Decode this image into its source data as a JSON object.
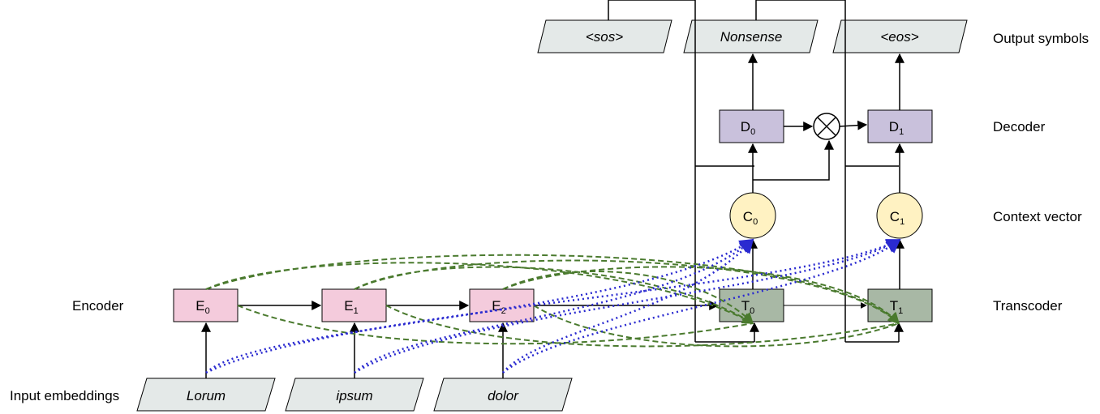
{
  "row_labels": {
    "output_symbols": "Output symbols",
    "decoder": "Decoder",
    "context_vector": "Context vector",
    "transcoder": "Transcoder",
    "encoder": "Encoder",
    "input_embeddings": "Input embeddings"
  },
  "inputs": [
    {
      "text": "Lorum"
    },
    {
      "text": "ipsum"
    },
    {
      "text": "dolor"
    }
  ],
  "outputs": [
    {
      "text": "<sos>"
    },
    {
      "text": "Nonsense"
    },
    {
      "text": "<eos>"
    }
  ],
  "encoders": [
    {
      "letter": "E",
      "index": "0"
    },
    {
      "letter": "E",
      "index": "1"
    },
    {
      "letter": "E",
      "index": "2"
    }
  ],
  "transcoders": [
    {
      "letter": "T",
      "index": "0"
    },
    {
      "letter": "T",
      "index": "1"
    }
  ],
  "contexts": [
    {
      "letter": "C",
      "index": "0"
    },
    {
      "letter": "C",
      "index": "1"
    }
  ],
  "decoders": [
    {
      "letter": "D",
      "index": "0"
    },
    {
      "letter": "D",
      "index": "1"
    }
  ],
  "colors": {
    "encoder_fill": "#f4cbdc",
    "transcoder_fill": "#a8b8a5",
    "context_fill": "#fff2c2",
    "decoder_fill": "#c9c1dc",
    "symbol_fill": "#e4e9e8",
    "attention_green": "#4a7a2e",
    "attention_blue": "#2a2ad0"
  }
}
